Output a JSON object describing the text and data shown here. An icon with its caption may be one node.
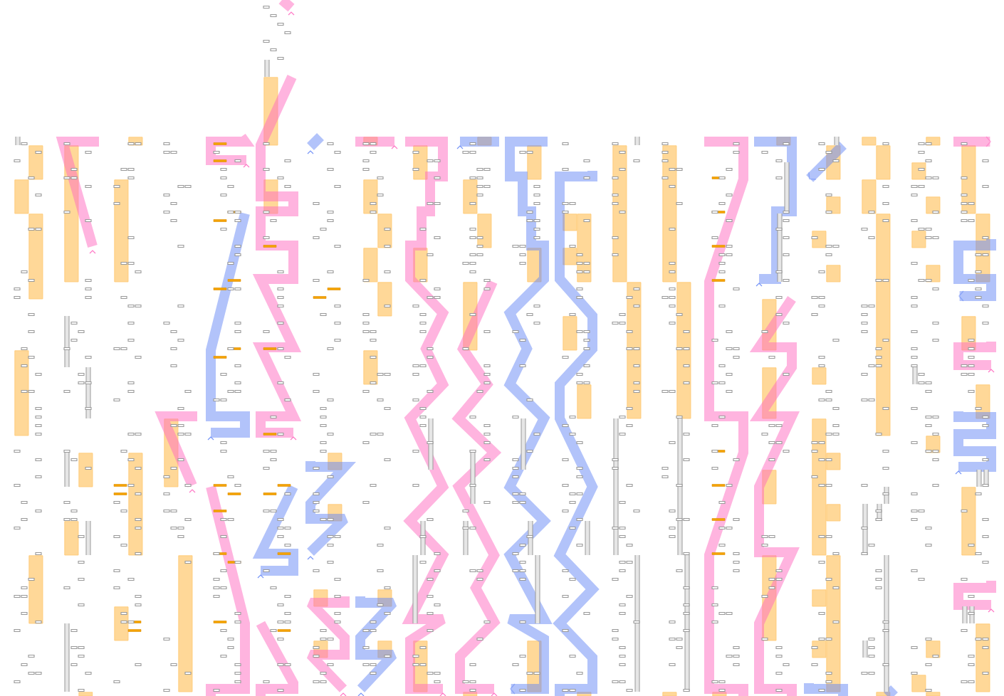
{
  "diagram": {
    "nodes": [
      {
        "text": [],
        "shape": "bar"
      },
      {
        "text": [],
        "shape": "bar"
      },
      {
        "text": [],
        "shape": "bar"
      },
      {
        "text": [],
        "shape": "bar"
      },
      {
        "text": [],
        "shape": "bar"
      },
      {
        "text": [],
        "shape": "bar"
      },
      {
        "text": [],
        "shape": "bar"
      },
      {
        "text": [],
        "shape": "bar"
      },
      {
        "text": [],
        "shape": "bar"
      },
      {
        "text": [],
        "shape": "bar"
      },
      {
        "text": [],
        "shape": "bar"
      },
      {
        "text": [],
        "shape": "bar"
      },
      {
        "text": [],
        "shape": "bar"
      },
      {
        "text": [],
        "shape": "bar"
      },
      {
        "text": [],
        "shape": "bar"
      },
      {
        "text": [],
        "shape": "bar"
      },
      {
        "text": [],
        "shape": "bar"
      },
      {
        "text": [],
        "shape": "bar"
      },
      {
        "text": [],
        "shape": "bar"
      },
      {
        "text": [],
        "shape": "bar"
      },
      {
        "text": [],
        "shape": "bar"
      },
      {
        "text": [],
        "shape": "bar"
      },
      {
        "text": [],
        "shape": "bar"
      },
      {
        "text": [],
        "shape": "bar"
      },
      {
        "text": [],
        "shape": "bar"
      },
      {
        "text": [],
        "shape": "bar"
      },
      {
        "text": [],
        "shape": "bar"
      },
      {
        "text": [],
        "shape": "bar"
      },
      {
        "text": [],
        "shape": "bar"
      },
      {
        "text": [],
        "shape": "bar"
      },
      {
        "text": [],
        "shape": "bar"
      },
      {
        "text": [],
        "shape": "bar"
      },
      {
        "text": [],
        "shape": "bar"
      },
      {
        "text": [],
        "shape": "bar"
      },
      {
        "text": [],
        "shape": "bar"
      },
      {
        "text": [],
        "shape": "bar"
      },
      {
        "text": [],
        "shape": "bar"
      },
      {
        "text": [],
        "shape": "bar"
      },
      {
        "text": [],
        "shape": "bar"
      },
      {
        "text": [],
        "shape": "bar"
      },
      {
        "text": [],
        "shape": "bar"
      },
      {
        "text": [],
        "shape": "bar"
      },
      {
        "text": [],
        "shape": "bar"
      },
      {
        "text": [],
        "shape": "bar"
      },
      {
        "text": [],
        "shape": "bar"
      },
      {
        "text": [],
        "shape": "bar"
      },
      {
        "text": [],
        "shape": "bar"
      },
      {
        "text": [],
        "shape": "bar"
      },
      {
        "text": [],
        "shape": "bar"
      },
      {
        "text": [],
        "shape": "bar"
      },
      {
        "text": [],
        "shape": "bar"
      },
      {
        "text": [],
        "shape": "bar"
      },
      {
        "text": [],
        "shape": "bar"
      },
      {
        "text": [],
        "shape": "bar"
      },
      {
        "text": [],
        "shape": "bar"
      },
      {
        "text": [],
        "shape": "bar"
      },
      {
        "text": [],
        "shape": "bar"
      },
      {
        "text": [],
        "shape": "bar"
      },
      {
        "text": [],
        "shape": "bar"
      },
      {
        "text": [],
        "shape": "bar"
      },
      {
        "text": [],
        "shape": "bar"
      },
      {
        "text": [],
        "shape": "bar"
      },
      {
        "text": [],
        "shape": "bar"
      },
      {
        "text": [],
        "shape": "bar"
      },
      {
        "text": [],
        "shape": "bar"
      },
      {
        "text": [],
        "shape": "bar"
      },
      {
        "text": [],
        "shape": "bar"
      },
      {
        "text": [],
        "shape": "bar"
      },
      {
        "text": [],
        "shape": "bar"
      },
      {
        "text": [],
        "shape": "bar"
      },
      {
        "text": [],
        "shape": "bar"
      },
      {
        "text": [],
        "shape": "bar"
      },
      {
        "text": [],
        "shape": "bar"
      },
      {
        "text": [],
        "shape": "bar"
      },
      {
        "text": [],
        "shape": "bar"
      },
      {
        "text": [],
        "shape": "bar"
      },
      {
        "text": [],
        "shape": "bar"
      },
      {
        "text": [],
        "shape": "bar"
      },
      {
        "text": [],
        "shape": "bar"
      },
      {
        "text": [],
        "shape": "bar"
      },
      {
        "text": [],
        "shape": "bar"
      },
      {
        "text": [],
        "shape": "bar"
      },
      {
        "text": [],
        "shape": "bar"
      },
      {
        "text": [],
        "shape": "bar"
      },
      {
        "text": [],
        "shape": "bar"
      },
      {
        "text": [],
        "shape": "bar"
      },
      {
        "text": [],
        "shape": "bar"
      },
      {
        "text": [],
        "shape": "bar"
      }
    ],
    "edges": [
      {
        "from": 10,
        "to": 77,
        "arrow": "to"
      },
      {
        "from": 15,
        "to": null,
        "arrow": "to",
        "color": "#ff69c0"
      },
      {
        "from": 13,
        "to": null,
        "arrow": "to"
      },
      {
        "from": 31,
        "to": null,
        "arrow": "to"
      }
    ]
  }
}
